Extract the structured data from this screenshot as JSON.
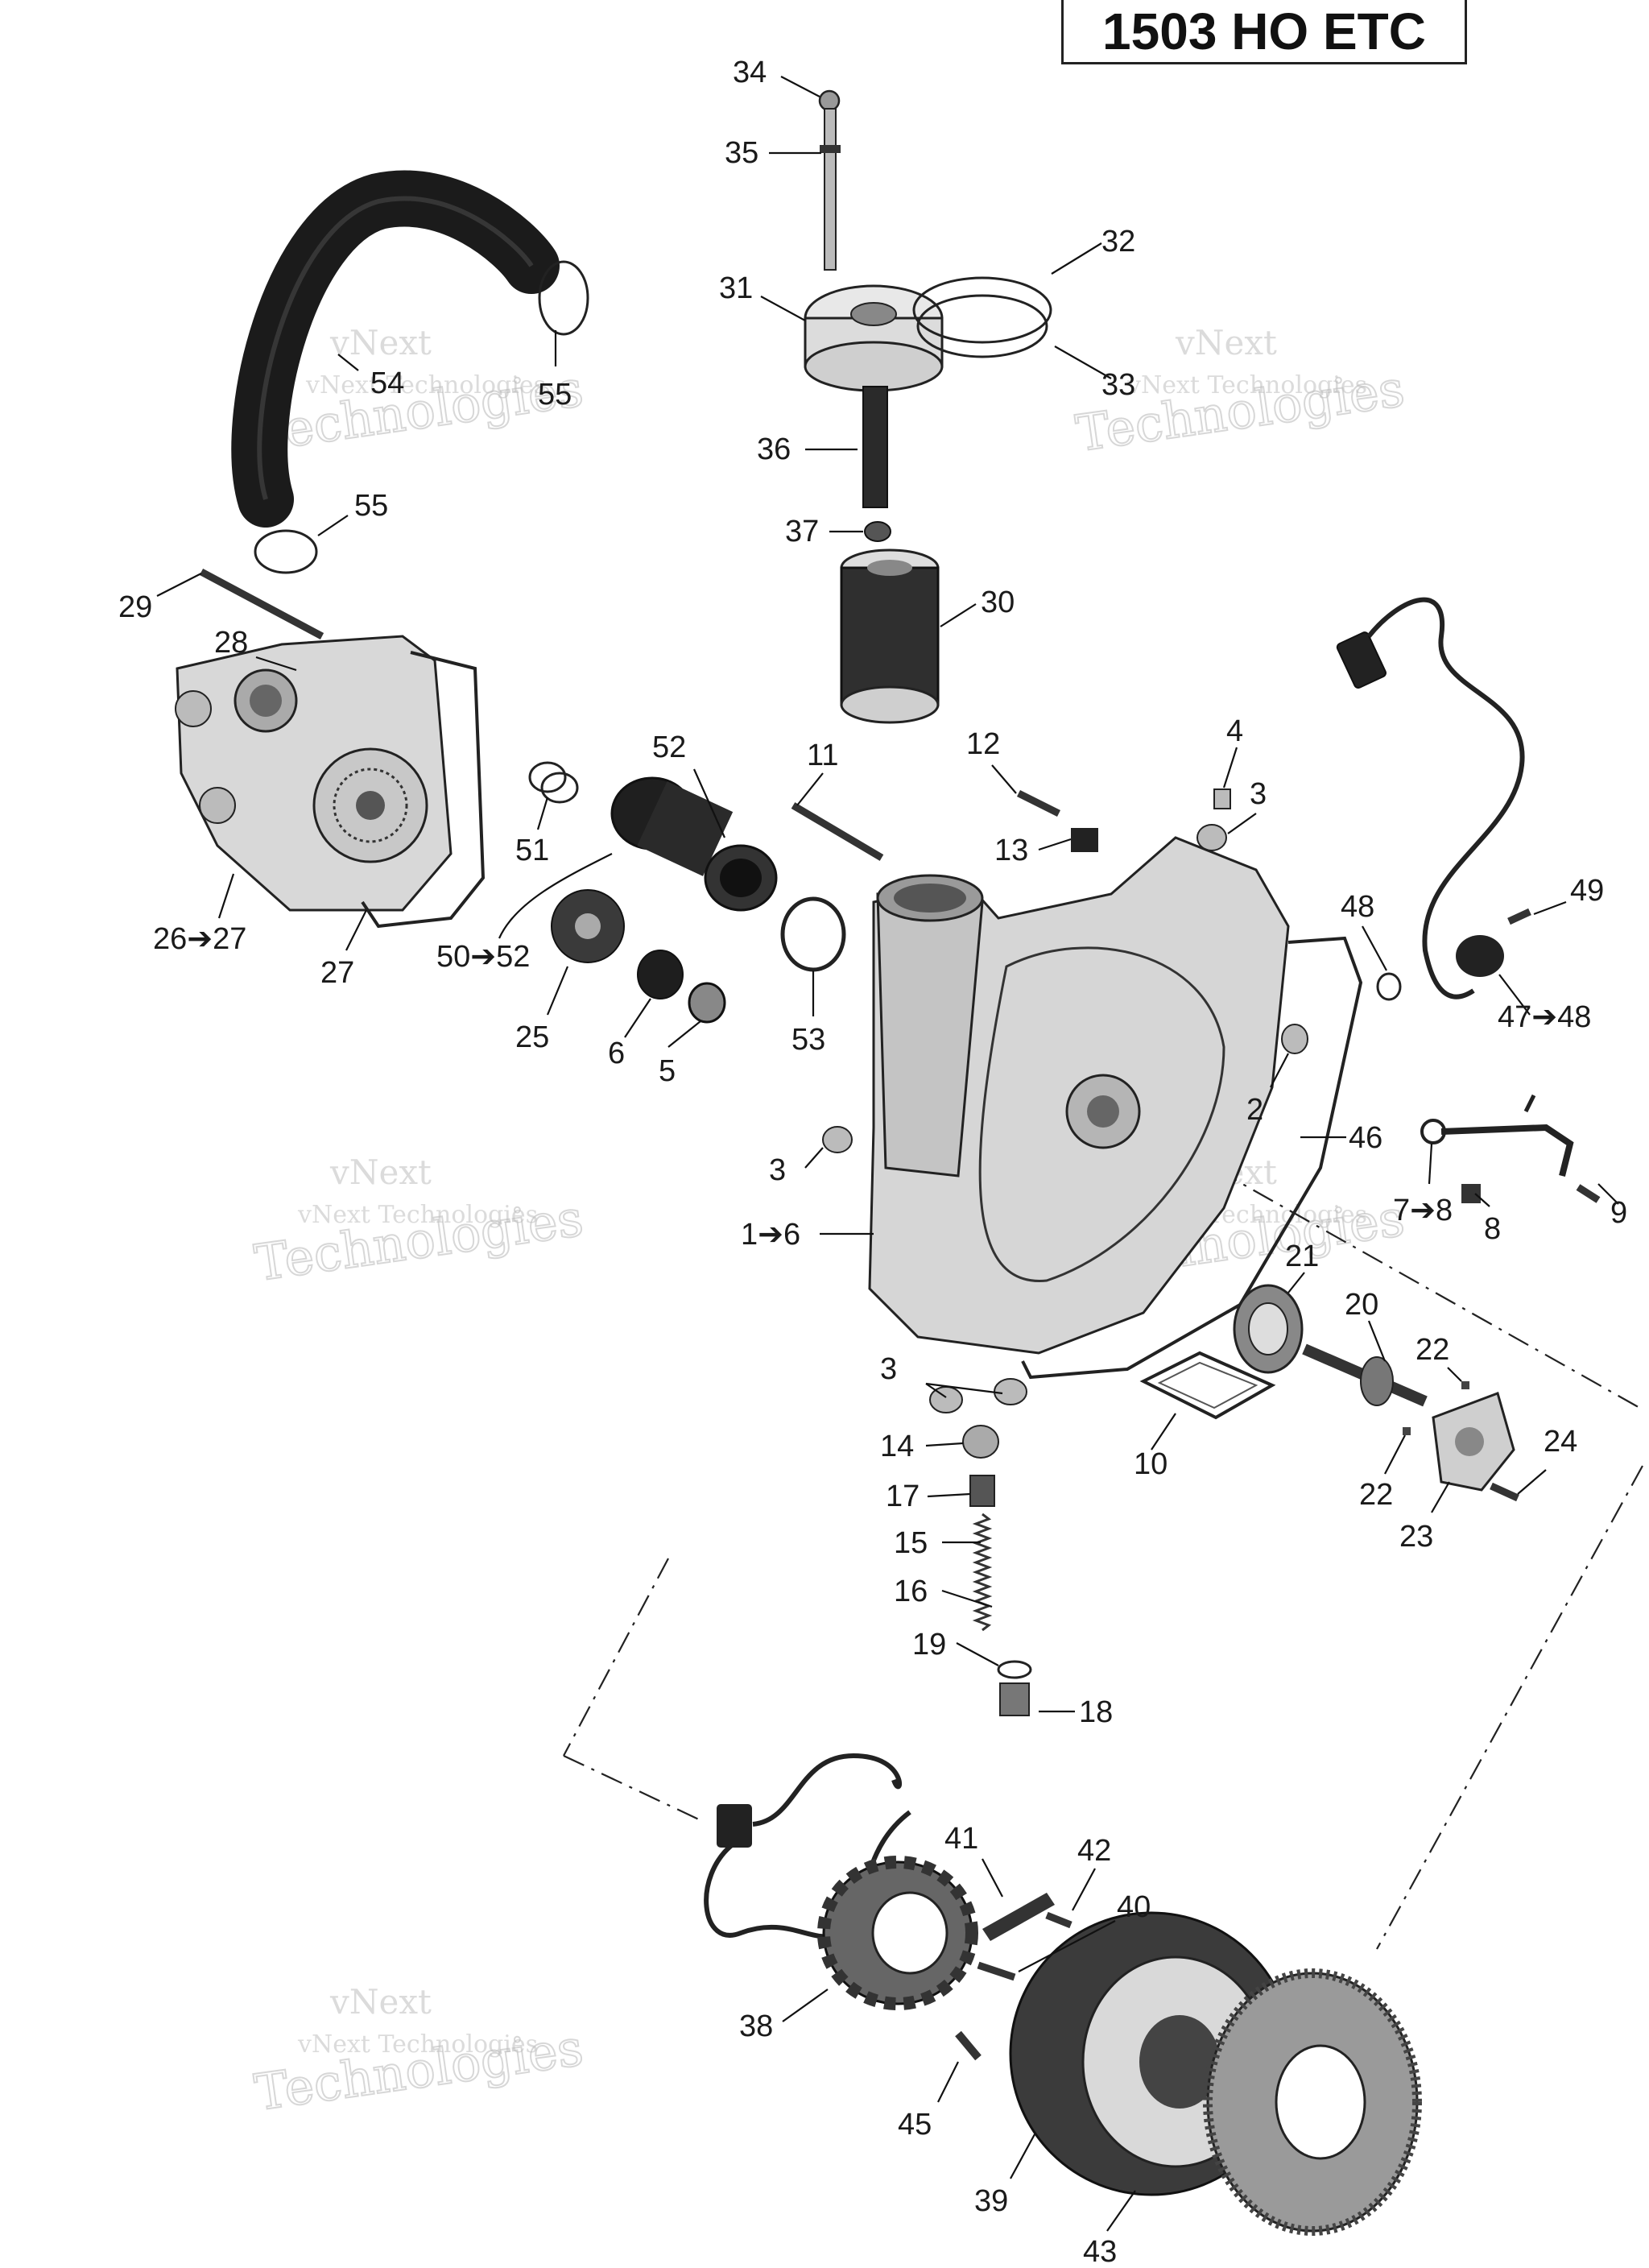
{
  "title": "1503 HO ETC",
  "watermark": {
    "line1": "vNext",
    "line2": "vNext Technologies",
    "line3": "Technologies"
  },
  "callouts": [
    {
      "id": "34",
      "text": "34"
    },
    {
      "id": "35",
      "text": "35"
    },
    {
      "id": "32",
      "text": "32"
    },
    {
      "id": "31",
      "text": "31"
    },
    {
      "id": "33",
      "text": "33"
    },
    {
      "id": "54",
      "text": "54"
    },
    {
      "id": "55a",
      "text": "55"
    },
    {
      "id": "36",
      "text": "36"
    },
    {
      "id": "55b",
      "text": "55"
    },
    {
      "id": "37",
      "text": "37"
    },
    {
      "id": "29",
      "text": "29"
    },
    {
      "id": "30",
      "text": "30"
    },
    {
      "id": "28",
      "text": "28"
    },
    {
      "id": "52a",
      "text": "52"
    },
    {
      "id": "11",
      "text": "11"
    },
    {
      "id": "12",
      "text": "12"
    },
    {
      "id": "4",
      "text": "4"
    },
    {
      "id": "3a",
      "text": "3"
    },
    {
      "id": "13",
      "text": "13"
    },
    {
      "id": "51",
      "text": "51"
    },
    {
      "id": "26-27",
      "text": "26➔27"
    },
    {
      "id": "48",
      "text": "48"
    },
    {
      "id": "49",
      "text": "49"
    },
    {
      "id": "50-52",
      "text": "50➔52"
    },
    {
      "id": "27",
      "text": "27"
    },
    {
      "id": "47-48",
      "text": "47➔48"
    },
    {
      "id": "25",
      "text": "25"
    },
    {
      "id": "53",
      "text": "53"
    },
    {
      "id": "6",
      "text": "6"
    },
    {
      "id": "5",
      "text": "5"
    },
    {
      "id": "2",
      "text": "2"
    },
    {
      "id": "46",
      "text": "46"
    },
    {
      "id": "3b",
      "text": "3"
    },
    {
      "id": "7-8",
      "text": "7➔8"
    },
    {
      "id": "8",
      "text": "8"
    },
    {
      "id": "9",
      "text": "9"
    },
    {
      "id": "1-6",
      "text": "1➔6"
    },
    {
      "id": "21",
      "text": "21"
    },
    {
      "id": "20",
      "text": "20"
    },
    {
      "id": "22a",
      "text": "22"
    },
    {
      "id": "3c",
      "text": "3"
    },
    {
      "id": "24",
      "text": "24"
    },
    {
      "id": "14",
      "text": "14"
    },
    {
      "id": "10",
      "text": "10"
    },
    {
      "id": "22b",
      "text": "22"
    },
    {
      "id": "17",
      "text": "17"
    },
    {
      "id": "23",
      "text": "23"
    },
    {
      "id": "15",
      "text": "15"
    },
    {
      "id": "16",
      "text": "16"
    },
    {
      "id": "19",
      "text": "19"
    },
    {
      "id": "18",
      "text": "18"
    },
    {
      "id": "41",
      "text": "41"
    },
    {
      "id": "42",
      "text": "42"
    },
    {
      "id": "40",
      "text": "40"
    },
    {
      "id": "38",
      "text": "38"
    },
    {
      "id": "45",
      "text": "45"
    },
    {
      "id": "39",
      "text": "39"
    },
    {
      "id": "43",
      "text": "43"
    }
  ]
}
